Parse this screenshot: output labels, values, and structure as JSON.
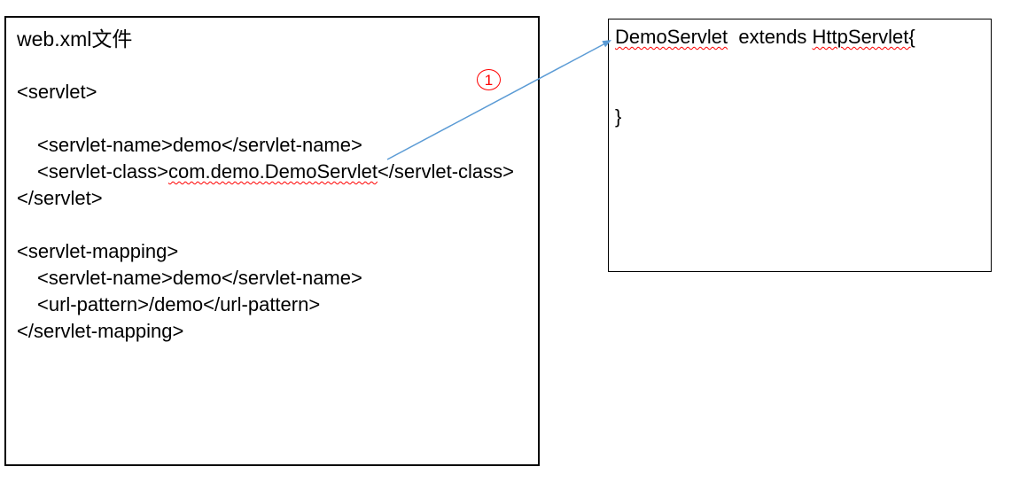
{
  "left_box": {
    "title": "web.xml文件",
    "xml": {
      "servlet_open": "<servlet>",
      "servlet_name": "<servlet-name>demo</servlet-name>",
      "servlet_class_open": "<servlet-class>",
      "servlet_class_value": "com.demo.DemoServlet",
      "servlet_class_close": "</servlet-class>",
      "servlet_close": "</servlet>",
      "mapping_open": "<servlet-mapping>",
      "mapping_servlet_name": "<servlet-name>demo</servlet-name>",
      "url_pattern": "<url-pattern>/demo</url-pattern>",
      "mapping_close": "</servlet-mapping>"
    }
  },
  "right_box": {
    "class_name": "DemoServlet",
    "extends_segment": "  extends ",
    "superclass": "HttpServlet{",
    "closing_brace": "}"
  },
  "annotation": {
    "number": "1"
  },
  "colors": {
    "arrow": "#5b9bd5",
    "annotation_red": "#ff0000",
    "squiggle_red": "#ff0000",
    "text": "#000000",
    "box_border": "#000000",
    "background": "#ffffff"
  }
}
